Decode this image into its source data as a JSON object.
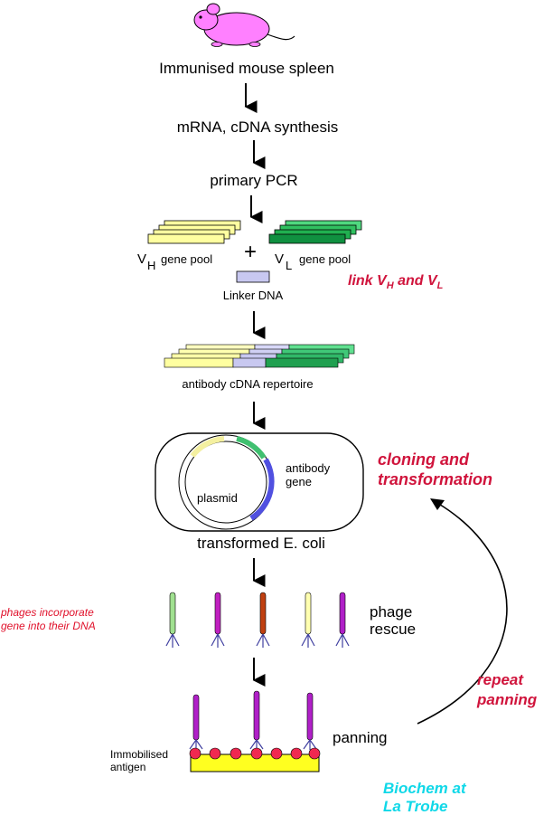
{
  "steps": {
    "s1": "Immunised mouse spleen",
    "s2": "mRNA, cDNA synthesis",
    "s3": "primary PCR",
    "linker": "Linker DNA",
    "repertoire": "antibody cDNA repertoire",
    "ecoli": "transformed E. coli",
    "phage_rescue_1": "phage",
    "phage_rescue_2": "rescue",
    "panning": "panning",
    "antigen_1": "Immobilised",
    "antigen_2": "antigen"
  },
  "pools": {
    "vh_v": "V",
    "vh_sub": "H",
    "vh_rest": "gene pool",
    "plus": "+",
    "vl_v": "V",
    "vl_sub": "L",
    "vl_rest": "gene pool"
  },
  "plasmid": {
    "label": "plasmid",
    "gene_1": "antibody",
    "gene_2": "gene"
  },
  "notes": {
    "link_a": "link V",
    "link_h": "H",
    "link_and": " and V",
    "link_l": "L",
    "cloning_1": "cloning and",
    "cloning_2": "transformation",
    "phages_1": "phages incorporate",
    "phages_2": "gene into their DNA",
    "repeat_1": "repeat",
    "repeat_2": "panning",
    "credit_1": "Biochem at",
    "credit_2": "La Trobe"
  },
  "colors": {
    "mouse": "#ff80ff",
    "vh": "#ffffa0",
    "vl": "#20b050",
    "linker": "#c8c8f0",
    "plasmid_gene": "#5050e0",
    "antigen_bar": "#ffff20",
    "antigen_dot": "#f02850",
    "note_red": "#d0143c",
    "credit_cyan": "#10d8e8"
  }
}
